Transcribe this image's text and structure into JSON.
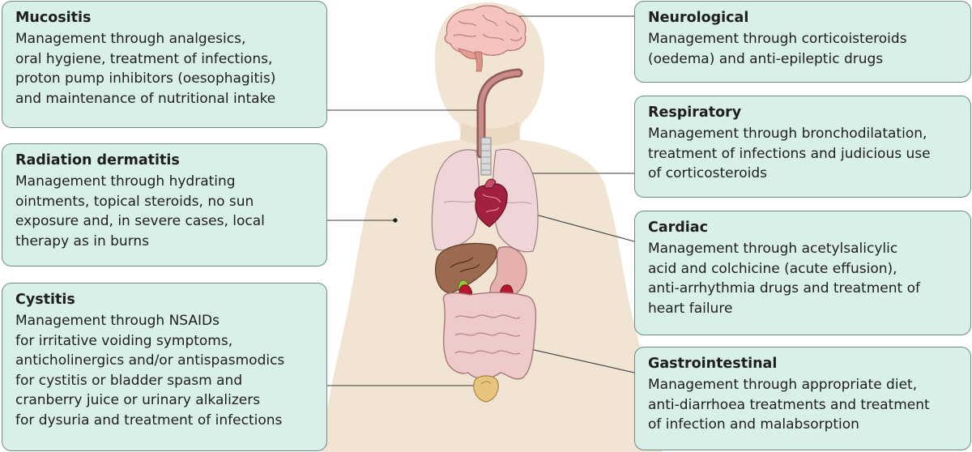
{
  "boxes": {
    "mucositis": {
      "title": "Mucositis",
      "lines": [
        "Management through analgesics,",
        "oral hygiene, treatment of infections,",
        "proton pump inhibitors (oesophagitis)",
        "and maintenance of nutritional intake"
      ]
    },
    "radiation": {
      "title": "Radiation dermatitis",
      "lines": [
        "Management through hydrating",
        "ointments, topical steroids, no sun",
        "exposure and, in severe cases, local",
        "therapy as in burns"
      ]
    },
    "cystitis": {
      "title": "Cystitis",
      "lines": [
        "Management through NSAIDs",
        "for irritative voiding symptoms,",
        "anticholinergics and/or antispasmodics",
        "for cystitis or bladder spasm and",
        "cranberry juice or urinary alkalizers",
        "for dysuria and treatment of infections"
      ]
    },
    "neuro": {
      "title": "Neurological",
      "lines": [
        "Management through corticoisteroids",
        "(oedema) and anti-epileptic drugs"
      ]
    },
    "resp": {
      "title": "Respiratory",
      "lines": [
        "Management through bronchodilatation,",
        "treatment of infections and judicious use",
        "of corticosteroids"
      ]
    },
    "cardiac": {
      "title": "Cardiac",
      "lines": [
        "Management through acetylsalicylic",
        "acid and colchicine (acute effusion),",
        "anti-arrhythmia drugs and treatment of",
        "heart failure"
      ]
    },
    "gi": {
      "title": "Gastrointestinal",
      "lines": [
        "Management through appropriate diet,",
        "anti-diarrhoea treatments and treatment",
        "of infection and malabsorption"
      ]
    }
  },
  "colors": {
    "box_fill": "#d9efe9",
    "box_border": "#6c8c83",
    "body_silhouette": "#f2e4d3",
    "leader_line": "#3a3a3a"
  },
  "icons": [
    "brain-icon",
    "lungs-icon",
    "heart-icon",
    "liver-icon",
    "kidneys-icon",
    "intestines-icon",
    "bladder-icon",
    "oesophagus-icon"
  ]
}
